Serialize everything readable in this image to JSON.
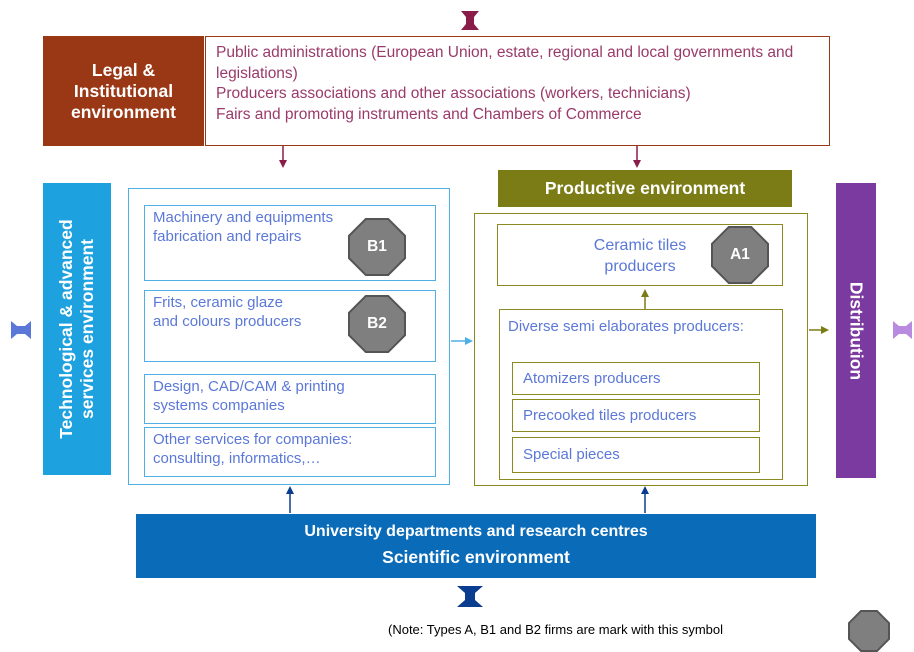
{
  "legal": {
    "title_lines": [
      "Legal &",
      "Institutional",
      "environment"
    ],
    "items": [
      "Public administrations (European Union, estate, regional and local governments and legislations)",
      "Producers associations and other associations (workers, technicians)",
      "Fairs and promoting instruments and Chambers of Commerce"
    ]
  },
  "tech": {
    "title_lines": [
      "Technological & advanced",
      "services environment"
    ],
    "boxes": [
      {
        "text": "Machinery and equipments fabrication and repairs",
        "badge": "B1"
      },
      {
        "text": "Frits, ceramic glaze and colours producers",
        "badge": "B2"
      },
      {
        "text": "Design, CAD/CAM & printing systems companies"
      },
      {
        "text": "Other services for companies: consulting, informatics,…"
      }
    ]
  },
  "productive": {
    "title": "Productive environment",
    "ceramic_box": {
      "text": "Ceramic tiles producers",
      "badge": "A1"
    },
    "semi_box": {
      "title": "Diverse semi elaborates producers:",
      "items": [
        "Atomizers producers",
        "Precooked tiles producers",
        "Special pieces"
      ]
    }
  },
  "distribution": {
    "title": "Distribution"
  },
  "scientific": {
    "line1": "University departments and research centres",
    "line2": "Scientific environment"
  },
  "note": {
    "text": "(Note: Types A, B1 and B2 firms are mark with this symbol"
  },
  "colors": {
    "legal": "#9a3816",
    "tech": "#1ea1df",
    "productive": "#7b7c16",
    "distribution": "#7a3aa0",
    "scientific": "#0a6bb8",
    "badge": "#7f7f7f"
  }
}
